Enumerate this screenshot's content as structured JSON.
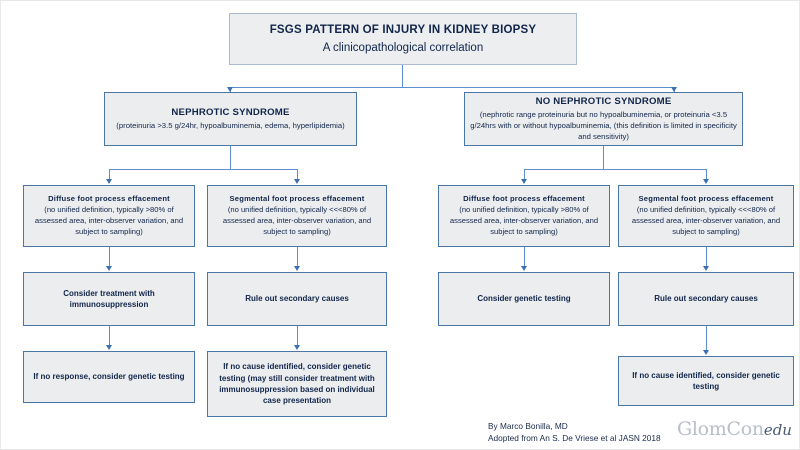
{
  "title": {
    "heading": "FSGS PATTERN OF INJURY IN KIDNEY BIOPSY",
    "subheading": "A clinicopathological correlation"
  },
  "level2": {
    "nephrotic": {
      "heading": "NEPHROTIC SYNDROME",
      "detail": "(proteinuria >3.5 g/24hr, hypoalbuminemia, edema, hyperlipidemia)"
    },
    "no_nephrotic": {
      "heading": "NO NEPHROTIC SYNDROME",
      "detail": "(nephrotic range proteinuria but no hypoalbuminemia, or proteinuria <3.5 g/24hrs with or without hypoalbuminemia, (this definition is limited in specificity and sensitivity)"
    }
  },
  "level3": {
    "ns_diffuse": {
      "heading": "Diffuse foot process effacement",
      "detail": "(no unified definition, typically >80% of assessed area, inter-observer variation, and subject to sampling)"
    },
    "ns_segmental": {
      "heading": "Segmental foot process effacement",
      "detail": "(no unified definition, typically <<<80% of assessed area, inter-observer variation, and subject to sampling)"
    },
    "nns_diffuse": {
      "heading": "Diffuse foot process effacement",
      "detail": "(no unified definition, typically >80% of assessed area, inter-observer variation, and subject to sampling)"
    },
    "nns_segmental": {
      "heading": "Segmental foot process effacement",
      "detail": "(no unified definition, typically <<<80% of assessed area, inter-observer variation, and subject to sampling)"
    }
  },
  "level4": {
    "ns_diffuse_action": "Consider treatment with immunosuppression",
    "ns_segmental_action": "Rule out secondary causes",
    "nns_diffuse_action": "Consider genetic testing",
    "nns_segmental_action": "Rule out secondary causes"
  },
  "level5": {
    "ns_diffuse_followup": "If no response, consider genetic testing",
    "ns_segmental_followup": "If no cause identified, consider genetic testing (may still consider treatment with immunosuppression based on individual case presentation",
    "nns_segmental_followup": "If no cause identified, consider genetic testing"
  },
  "footer": {
    "author": "By Marco Bonilla, MD",
    "source": "Adopted from An S. De Vriese et al JASN 2018",
    "logo_main": "GlomCon",
    "logo_suffix": "edu"
  },
  "colors": {
    "box_fill": "#ecedef",
    "box_border": "#4a76a8",
    "connector": "#5b8fd0",
    "text": "#11254a"
  }
}
